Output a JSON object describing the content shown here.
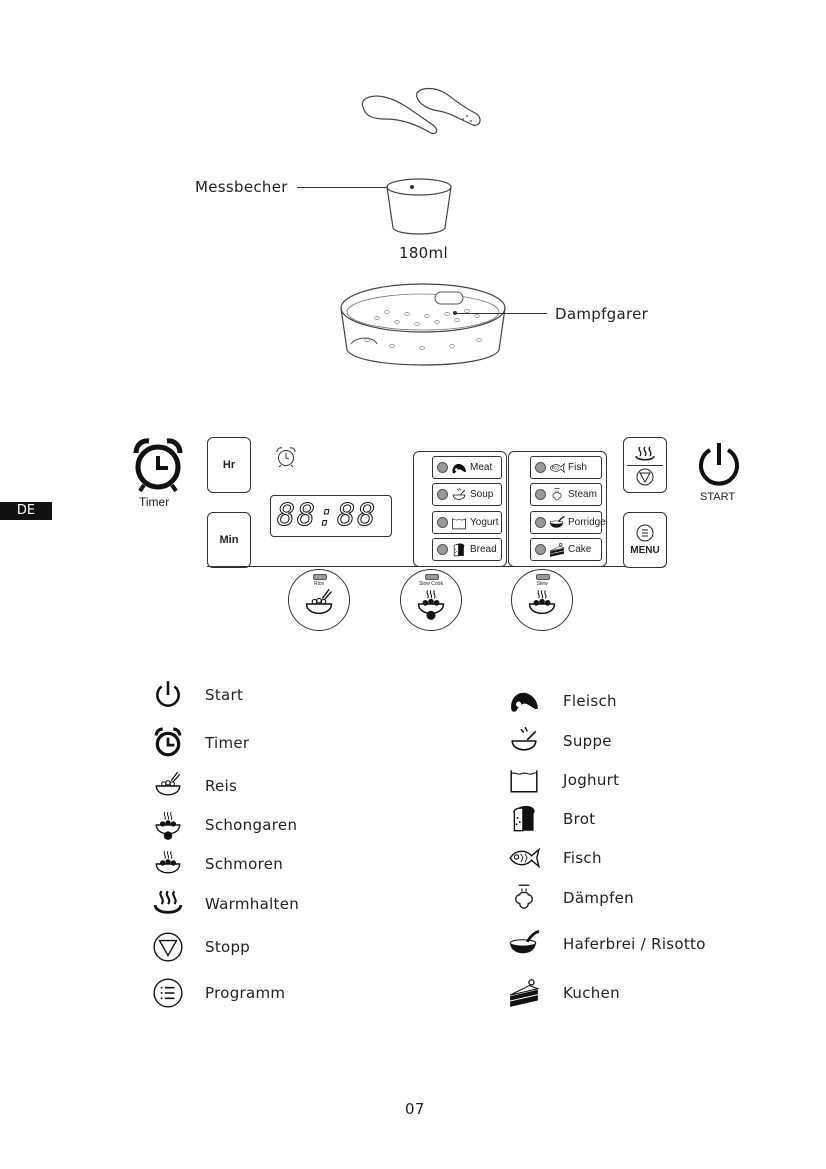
{
  "accessories": {
    "measuring_cup_label": "Messbecher",
    "measuring_cup_volume": "180ml",
    "steamer_label": "Dampfgarer"
  },
  "language_tag": "DE",
  "control_panel": {
    "timer_label": "Timer",
    "hr_button": "Hr",
    "min_button": "Min",
    "display": "88:88",
    "start_label": "START",
    "menu_label": "MENU",
    "programs_left": [
      {
        "label": "Meat",
        "icon": "meat-icon"
      },
      {
        "label": "Soup",
        "icon": "soup-icon"
      },
      {
        "label": "Yogurt",
        "icon": "yogurt-icon"
      },
      {
        "label": "Bread",
        "icon": "bread-icon"
      }
    ],
    "programs_right": [
      {
        "label": "Fish",
        "icon": "fish-icon"
      },
      {
        "label": "Steam",
        "icon": "steam-icon"
      },
      {
        "label": "Porridge",
        "icon": "porridge-icon"
      },
      {
        "label": "Cake",
        "icon": "cake-icon"
      }
    ],
    "dials": [
      {
        "label": "Rice"
      },
      {
        "label": "Slow Cook"
      },
      {
        "label": "Stew"
      }
    ]
  },
  "legend_left": [
    {
      "icon": "power-icon",
      "label": "Start"
    },
    {
      "icon": "alarm-clock-icon",
      "label": "Timer"
    },
    {
      "icon": "rice-bowl-icon",
      "label": "Reis"
    },
    {
      "icon": "slow-cook-icon",
      "label": "Schongaren"
    },
    {
      "icon": "stew-icon",
      "label": "Schmoren"
    },
    {
      "icon": "keep-warm-icon",
      "label": "Warmhalten"
    },
    {
      "icon": "stop-icon",
      "label": "Stopp"
    },
    {
      "icon": "menu-icon",
      "label": "Programm"
    }
  ],
  "legend_right": [
    {
      "icon": "meat-icon",
      "label": "Fleisch"
    },
    {
      "icon": "soup-icon",
      "label": "Suppe"
    },
    {
      "icon": "yogurt-icon",
      "label": "Joghurt"
    },
    {
      "icon": "bread-icon",
      "label": "Brot"
    },
    {
      "icon": "fish-icon",
      "label": "Fisch"
    },
    {
      "icon": "steam-icon",
      "label": "Dämpfen"
    },
    {
      "icon": "porridge-icon",
      "label": "Haferbrei / Risotto"
    },
    {
      "icon": "cake-icon",
      "label": "Kuchen"
    }
  ],
  "page_number": "07"
}
